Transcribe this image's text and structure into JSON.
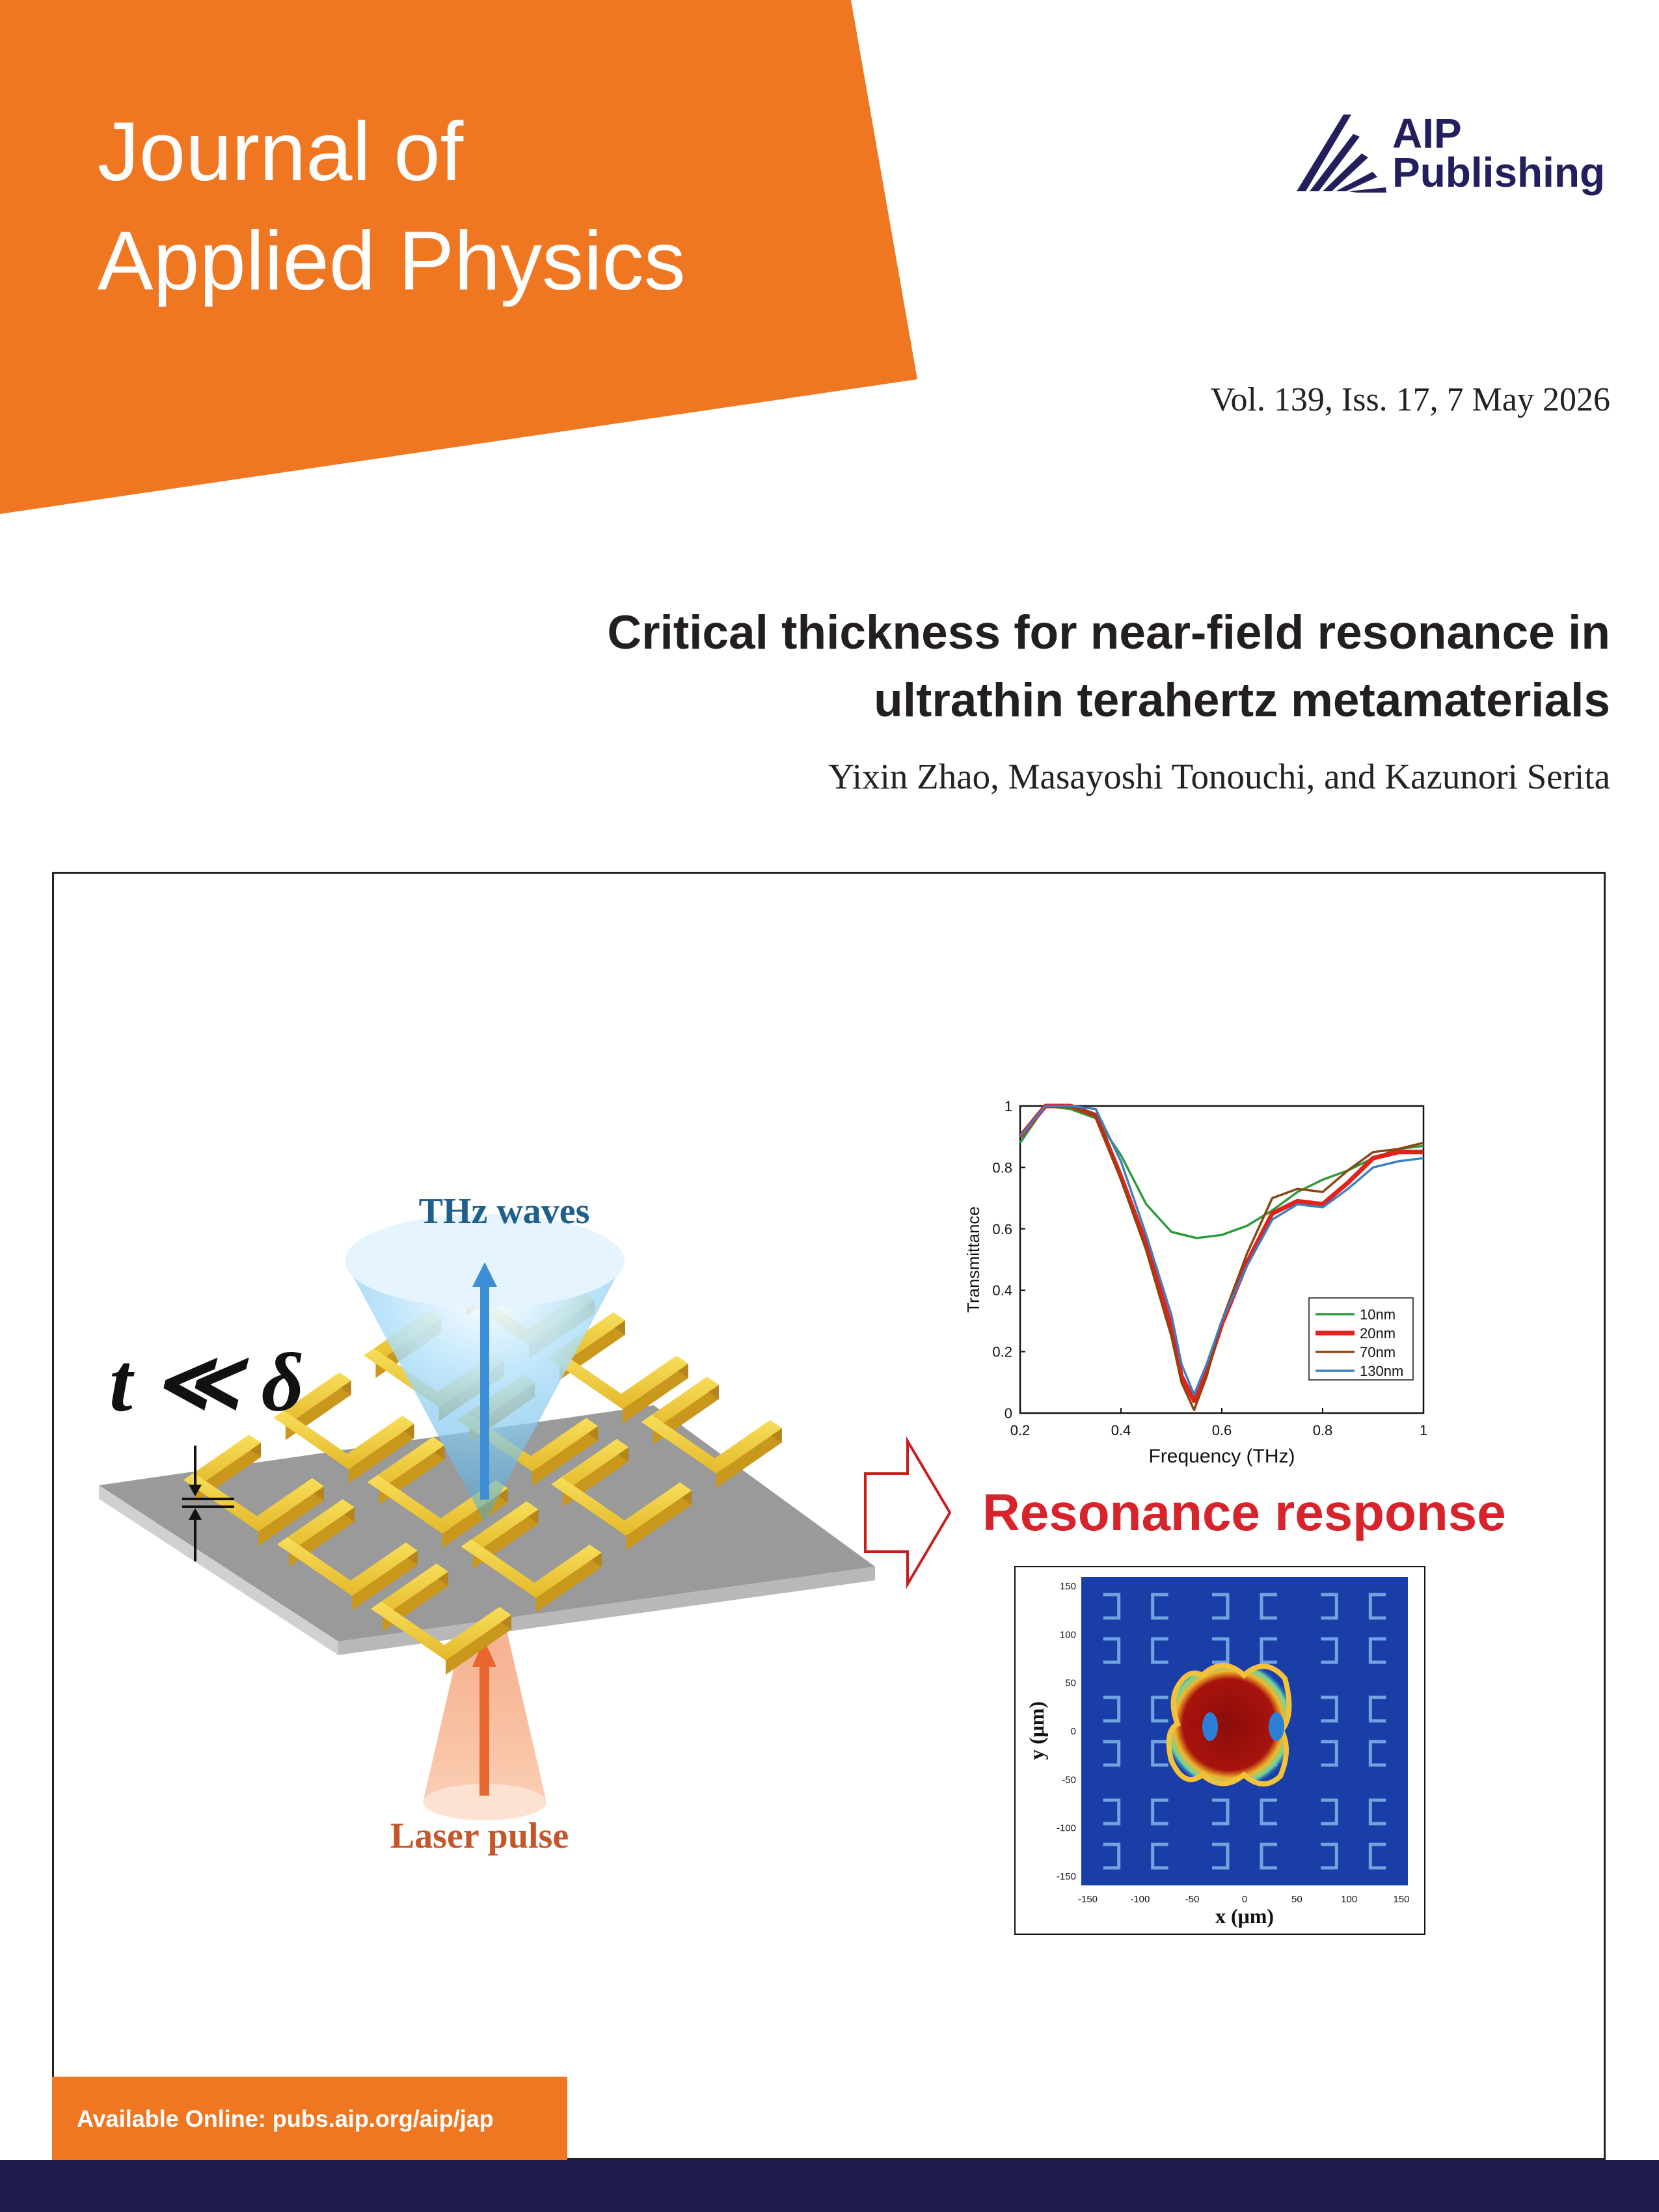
{
  "journal": {
    "title_line1": "Journal of",
    "title_line2": "Applied Physics",
    "banner_color": "#f07722"
  },
  "publisher": {
    "logo_line1": "AIP",
    "logo_line2": "Publishing",
    "logo_color": "#221f5c"
  },
  "issue": "Vol. 139, Iss. 17, 7 May 2026",
  "article": {
    "title_line1": "Critical thickness for near-field resonance in",
    "title_line2": "ultrathin terahertz metamaterials",
    "authors": "Yixin Zhao, Masayoshi Tonouchi, and Kazunori Serita"
  },
  "artwork": {
    "thz_label": "THz waves",
    "laser_label": "Laser pulse",
    "thickness_relation": "t ≪ δ",
    "resonance_label": "Resonance response",
    "field_map": {
      "xlabel": "x (μm)",
      "ylabel": "y (μm)",
      "ticks": [
        "-150",
        "-100",
        "-50",
        "0",
        "50",
        "100",
        "150"
      ],
      "yticks": [
        "150",
        "100",
        "50",
        "0",
        "-50",
        "-100",
        "-150"
      ]
    }
  },
  "chart_data": {
    "type": "line",
    "xlabel": "Frequency (THz)",
    "ylabel": "Transmittance",
    "xlim": [
      0.2,
      1.0
    ],
    "ylim": [
      0,
      1
    ],
    "xticks": [
      "0.2",
      "0.4",
      "0.6",
      "0.8",
      "1"
    ],
    "yticks": [
      "0",
      "0.2",
      "0.4",
      "0.6",
      "0.8",
      "1"
    ],
    "legend_position": "bottom-right",
    "series": [
      {
        "name": "10nm",
        "color": "#2e9a3c",
        "x": [
          0.2,
          0.25,
          0.3,
          0.35,
          0.4,
          0.45,
          0.5,
          0.55,
          0.6,
          0.65,
          0.7,
          0.75,
          0.8,
          0.85,
          0.9,
          0.95,
          1.0
        ],
        "y": [
          0.88,
          1.0,
          0.99,
          0.96,
          0.84,
          0.68,
          0.59,
          0.57,
          0.58,
          0.61,
          0.66,
          0.72,
          0.76,
          0.79,
          0.83,
          0.86,
          0.87
        ]
      },
      {
        "name": "20nm",
        "color": "#e3221b",
        "x": [
          0.2,
          0.25,
          0.3,
          0.35,
          0.4,
          0.45,
          0.5,
          0.52,
          0.545,
          0.57,
          0.6,
          0.65,
          0.7,
          0.75,
          0.8,
          0.85,
          0.9,
          0.95,
          1.0
        ],
        "y": [
          0.9,
          1.0,
          1.0,
          0.97,
          0.77,
          0.55,
          0.28,
          0.12,
          0.04,
          0.14,
          0.29,
          0.49,
          0.65,
          0.69,
          0.68,
          0.75,
          0.83,
          0.85,
          0.85
        ]
      },
      {
        "name": "70nm",
        "color": "#8b4513",
        "x": [
          0.2,
          0.25,
          0.3,
          0.35,
          0.4,
          0.45,
          0.5,
          0.52,
          0.545,
          0.57,
          0.6,
          0.65,
          0.7,
          0.75,
          0.8,
          0.85,
          0.9,
          0.95,
          1.0
        ],
        "y": [
          0.9,
          1.0,
          1.0,
          0.97,
          0.76,
          0.53,
          0.25,
          0.1,
          0.01,
          0.12,
          0.3,
          0.52,
          0.7,
          0.73,
          0.72,
          0.79,
          0.85,
          0.86,
          0.88
        ]
      },
      {
        "name": "130nm",
        "color": "#3d7fc1",
        "x": [
          0.2,
          0.25,
          0.3,
          0.35,
          0.4,
          0.45,
          0.5,
          0.52,
          0.545,
          0.57,
          0.6,
          0.65,
          0.7,
          0.75,
          0.8,
          0.85,
          0.9,
          0.95,
          1.0
        ],
        "y": [
          0.9,
          1.0,
          1.0,
          0.99,
          0.82,
          0.58,
          0.32,
          0.16,
          0.06,
          0.16,
          0.3,
          0.48,
          0.63,
          0.68,
          0.67,
          0.73,
          0.8,
          0.82,
          0.83
        ]
      }
    ]
  },
  "footer": {
    "available_online": "Available Online: pubs.aip.org/aip/jap",
    "bar_color": "#1f1b4d"
  }
}
